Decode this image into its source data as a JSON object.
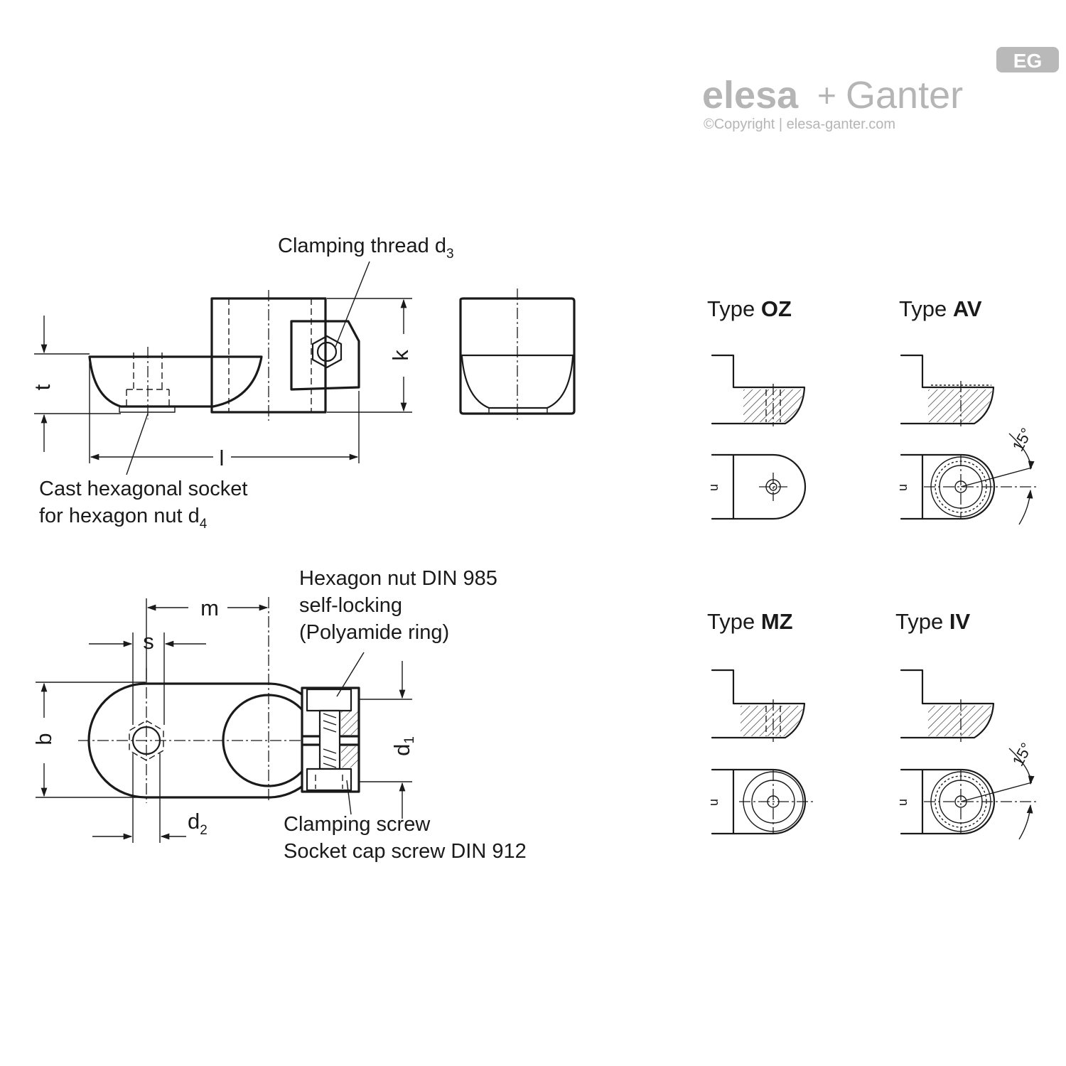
{
  "logo": {
    "brand_left": "elesa",
    "brand_plus": "+",
    "brand_right": "Ganter",
    "badge": "EG",
    "copyright": "©Copyright | elesa-ganter.com"
  },
  "labels": {
    "clamping_thread": "Clamping thread d",
    "clamping_thread_sub": "3",
    "cast_socket_1": "Cast hexagonal socket",
    "cast_socket_2": "for hexagon nut d",
    "cast_socket_sub": "4",
    "hex_nut_1": "Hexagon nut DIN 985",
    "hex_nut_2": "self-locking",
    "hex_nut_3": "(Polyamide ring)",
    "clamp_screw_1": "Clamping screw",
    "clamp_screw_2": "Socket cap screw DIN 912"
  },
  "dimensions": {
    "t": "t",
    "l": "l",
    "k": "k",
    "m": "m",
    "s": "s",
    "b": "b",
    "d1": "d",
    "d1_sub": "1",
    "d2": "d",
    "d2_sub": "2",
    "u": "u",
    "angle": "15°"
  },
  "types": {
    "prefix": "Type ",
    "oz": "OZ",
    "av": "AV",
    "mz": "MZ",
    "iv": "IV"
  }
}
